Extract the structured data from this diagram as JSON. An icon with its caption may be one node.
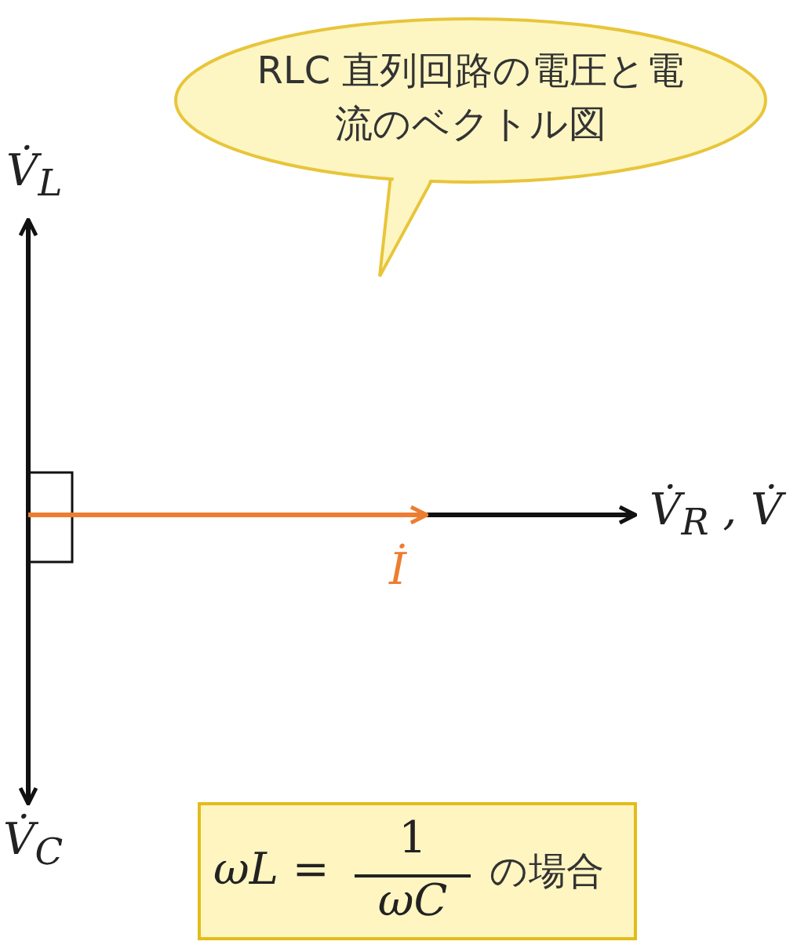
{
  "diagram": {
    "nodes": [
      {
        "text": [
          "RLC 直列回路の電圧と電流のベクトル図"
        ]
      },
      {
        "text": [
          "ωL =",
          "1",
          "ωC",
          "の場合"
        ]
      }
    ],
    "labels": [
      "V̇$_{L}$",
      "V̇$_{R}$ , V̇",
      "İ",
      "V̇$_{C}$"
    ]
  }
}
